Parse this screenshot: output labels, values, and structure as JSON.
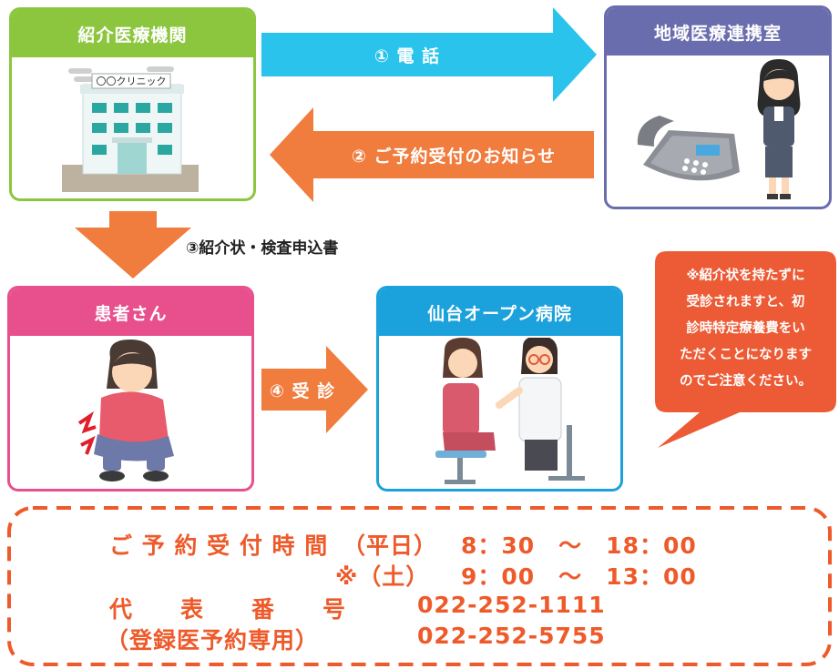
{
  "referring": {
    "title": "紹介医療機関",
    "sign": "〇〇クリニック"
  },
  "regional": {
    "title": "地域医療連携室"
  },
  "patient": {
    "title": "患者さん"
  },
  "hospital": {
    "title": "仙台オープン病院"
  },
  "steps": {
    "phone": "① 電 話",
    "notice": "② ご予約受付のお知らせ",
    "documents": "③紹介状・検査申込書",
    "visit": "④ 受 診"
  },
  "note": {
    "lines": [
      "※紹介状を持たずに",
      "受診されますと、初",
      "診時特定療養費をい",
      "ただくことになります",
      "のでご注意ください。"
    ]
  },
  "hours": {
    "label": "ご 予 約 受 付 時 間",
    "weekday": "（平日）",
    "weekday_time": "8：30　～　18：00",
    "saturday": "※（土）",
    "saturday_time": "9：00　～　13：00",
    "main_label": "代　　表　　番　　号",
    "main_number": "022-252-1111",
    "reserve_label": "（登録医予約専用）",
    "reserve_number": "022-252-5755"
  },
  "colors": {
    "green": "#8cc63f",
    "purple": "#6a6dad",
    "pink": "#e8508d",
    "blue": "#1ba1dc",
    "cyan_arrow": "#29c3ec",
    "orange_arrow": "#f07c3d",
    "orange_text": "#ee5a2a",
    "note_red": "#ec5b35"
  }
}
